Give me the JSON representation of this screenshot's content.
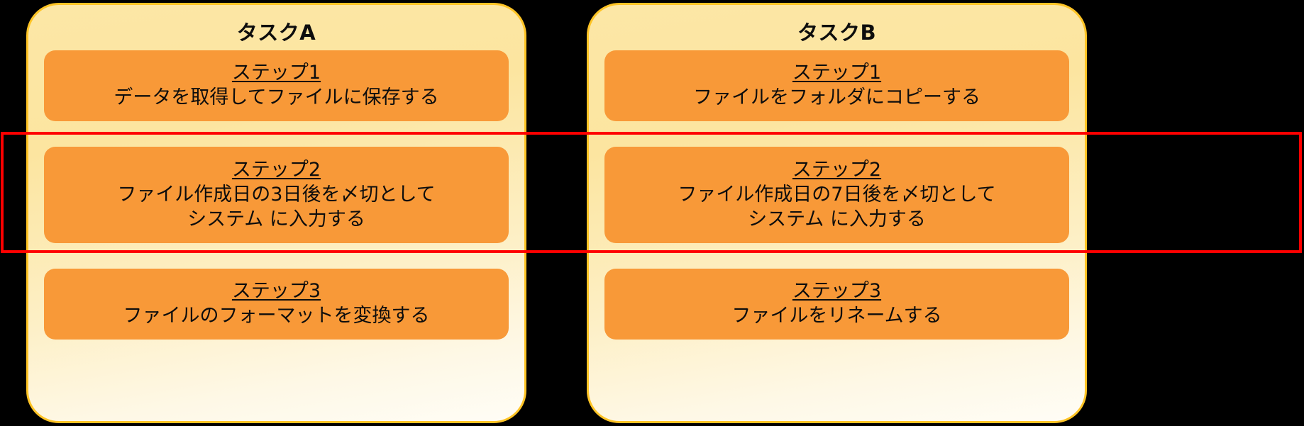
{
  "diagram": {
    "background_color": "#000000",
    "card_border_color": "#FFC425",
    "card_fill_top_color": "#FCE7A6",
    "card_fill_bottom_color": "#FFFDF6",
    "step_box_color": "#F89938",
    "highlight_color": "#FF0000",
    "text_color": "#0D0D0D"
  },
  "tasks": [
    {
      "title": "タスクA",
      "steps": [
        {
          "label": "ステップ1",
          "lines": [
            "データを取得してファイルに保存する"
          ]
        },
        {
          "label": "ステップ2",
          "lines": [
            "ファイル作成日の3日後を〆切として",
            "システム に入力する"
          ]
        },
        {
          "label": "ステップ3",
          "lines": [
            "ファイルのフォーマットを変換する"
          ]
        }
      ]
    },
    {
      "title": "タスクB",
      "steps": [
        {
          "label": "ステップ1",
          "lines": [
            "ファイルをフォルダにコピーする"
          ]
        },
        {
          "label": "ステップ2",
          "lines": [
            "ファイル作成日の7日後を〆切として",
            "システム に入力する"
          ]
        },
        {
          "label": "ステップ3",
          "lines": [
            "ファイルをリネームする"
          ]
        }
      ]
    }
  ],
  "highlight": {
    "name": "step2-comparison-highlight",
    "color": "#FF0000"
  }
}
